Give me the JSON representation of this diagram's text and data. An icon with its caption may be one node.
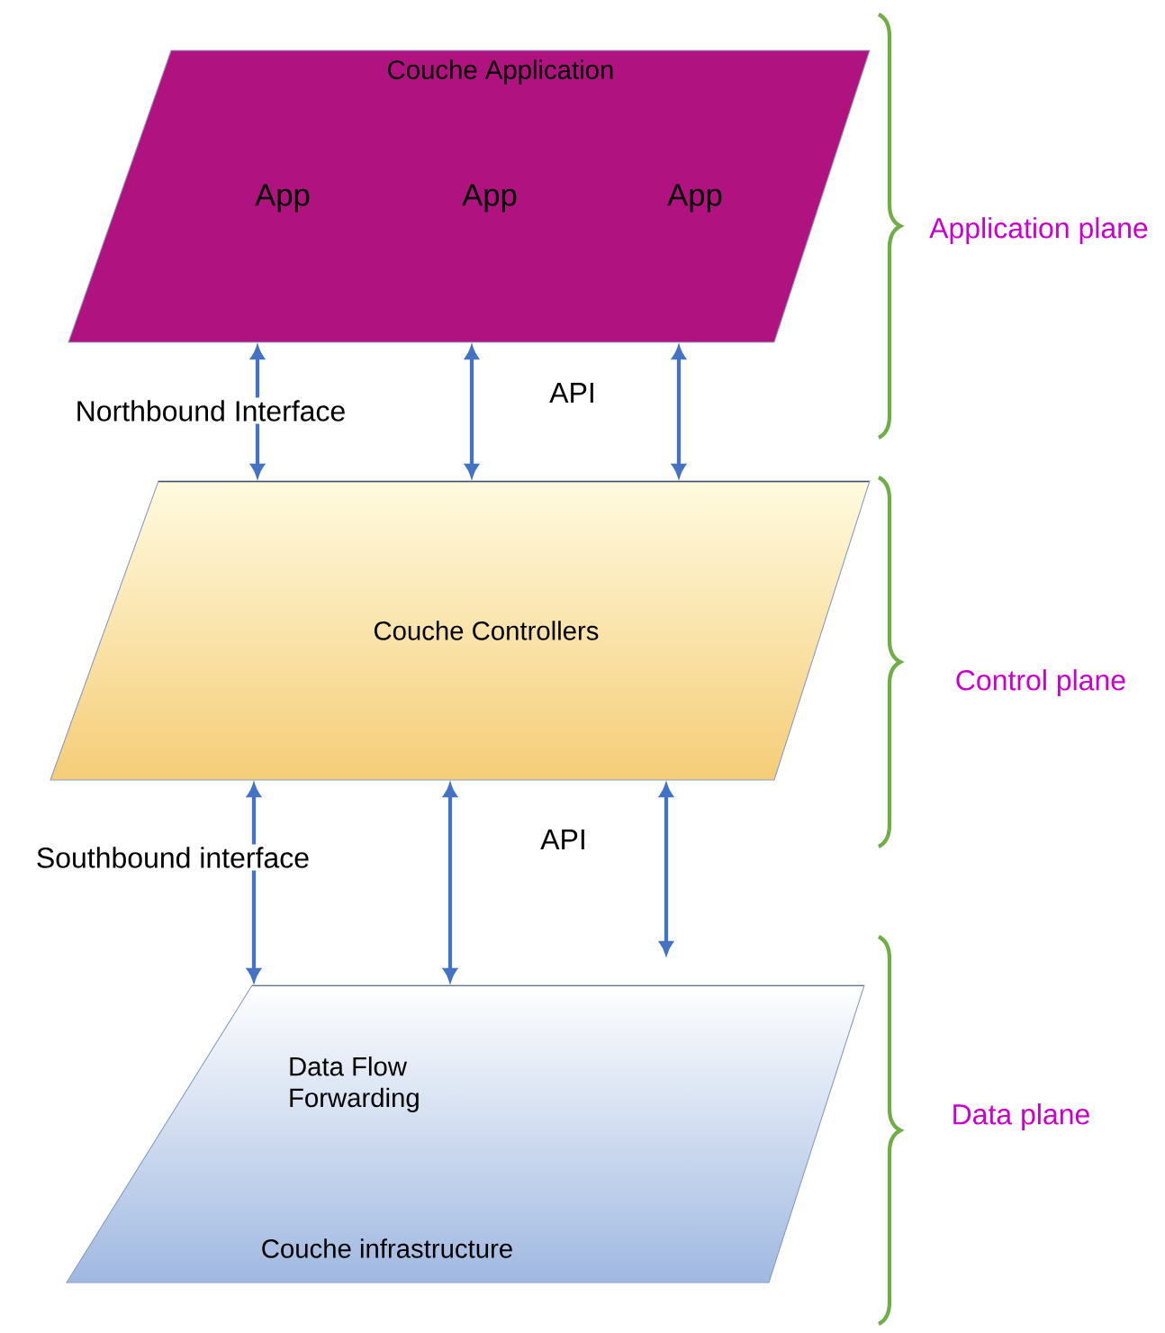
{
  "diagram": {
    "nodes": [
      {
        "text": [
          "Couche Application"
        ]
      },
      {
        "text": [
          "App"
        ],
        "in": 0
      },
      {
        "text": [
          "App"
        ],
        "in": 0
      },
      {
        "text": [
          "App"
        ],
        "in": 0
      },
      {
        "text": [
          "Couche Controllers"
        ]
      },
      {
        "text": [
          "Data Flow Forwarding",
          "Couche infrastructure"
        ]
      }
    ],
    "edges": [
      {
        "from": 0,
        "to": 4,
        "arrow": "both"
      },
      {
        "from": 0,
        "to": 4,
        "arrow": "both"
      },
      {
        "from": 0,
        "to": 4,
        "arrow": "both"
      },
      {
        "from": 4,
        "to": 5,
        "arrow": "both"
      },
      {
        "from": 4,
        "to": 5,
        "arrow": "both"
      },
      {
        "from": 4,
        "to": 5,
        "arrow": "both"
      }
    ],
    "labels": [
      "Application plane",
      "Northbound Interface",
      "API",
      "Control plane",
      "Southbound interface",
      "API",
      "Data plane"
    ]
  }
}
